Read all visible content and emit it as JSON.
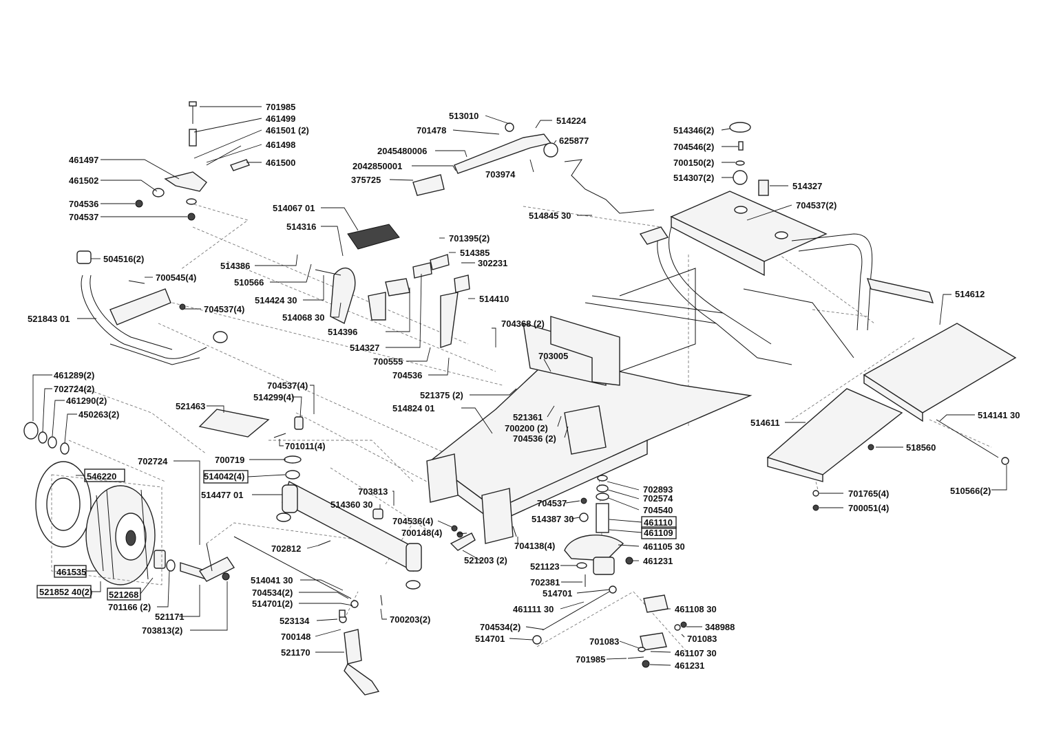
{
  "labels": [
    "701985",
    "461499",
    "461501 (2)",
    "461498",
    "461497",
    "461500",
    "461502",
    "704536",
    "704537",
    "513010",
    "701478",
    "514224",
    "2045480006",
    "625877",
    "2042850001",
    "375725",
    "703974",
    "514346(2)",
    "704546(2)",
    "700150(2)",
    "514307(2)",
    "514327",
    "704537(2)",
    "514845 30",
    "514067 01",
    "514316",
    "701395(2)",
    "514385",
    "302231",
    "514386",
    "510566",
    "514424 30",
    "514410",
    "514068 30",
    "514396",
    "514327",
    "700555",
    "704536",
    "504516(2)",
    "700545(4)",
    "704537(4)",
    "521843 01",
    "704368 (2)",
    "703005",
    "521375 (2)",
    "514824 01",
    "521361",
    "700200 (2)",
    "704536 (2)",
    "461289(2)",
    "702724(2)",
    "461290(2)",
    "450263(2)",
    "704537(4)",
    "514299(4)",
    "521463",
    "701011(4)",
    "702724",
    "546220",
    "700719",
    "514042(4)",
    "514477 01",
    "703813",
    "514360 30",
    "702893",
    "702574",
    "704540",
    "704537",
    "514387 30",
    "461110",
    "461109",
    "704536(4)",
    "700148(4)",
    "704138(4)",
    "461105 30",
    "521203 (2)",
    "521123",
    "461231",
    "702381",
    "514701",
    "702812",
    "461535",
    "514041 30",
    "521852 40(2)",
    "521268",
    "704534(2)",
    "514701(2)",
    "701166 (2)",
    "521171",
    "700203(2)",
    "523134",
    "700148",
    "703813(2)",
    "521170",
    "461111 30",
    "461108 30",
    "704534(2)",
    "348988",
    "514701",
    "701083",
    "701083",
    "461107 30",
    "701985",
    "461231",
    "514612",
    "514611",
    "514141 30",
    "518560",
    "701765(4)",
    "700051(4)",
    "510566(2)"
  ]
}
